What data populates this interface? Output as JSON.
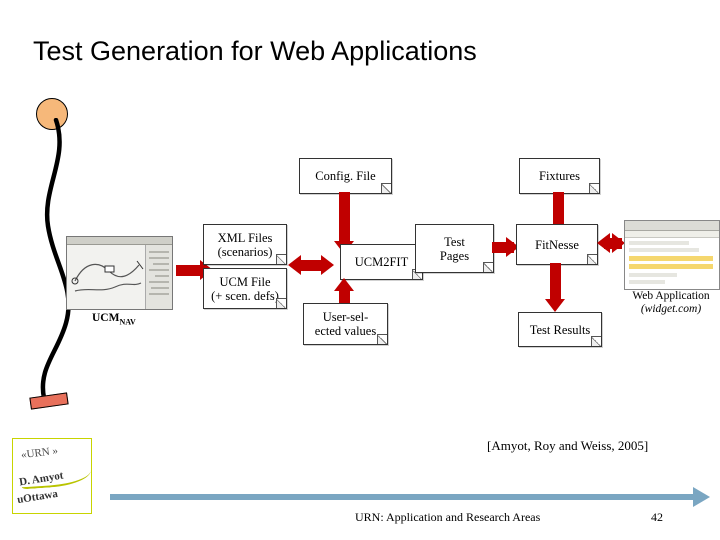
{
  "slide": {
    "title": "Test Generation for Web Applications",
    "citation": "[Amyot, Roy and Weiss, 2005]",
    "footer_text": "URN: Application and Research Areas",
    "page_number": "42"
  },
  "badge": {
    "line1": "«URN »",
    "line2": "D. Amyot",
    "line3": "uOttawa"
  },
  "diagram": {
    "thumbnails": {
      "ucmnav_label": "UCMNAV",
      "ucmnav_label_sub": "NAV",
      "ucmnav_label_main": "UCM",
      "webapp_label_line1": "Web Application",
      "webapp_label_line2": "(widget.com)"
    },
    "nodes": [
      {
        "id": "config-file",
        "label": "Config. File"
      },
      {
        "id": "fixtures",
        "label": "Fixtures"
      },
      {
        "id": "xml-files",
        "label": "XML Files\n(scenarios)"
      },
      {
        "id": "ucm-file",
        "label": "UCM File\n(+ scen. defs)"
      },
      {
        "id": "ucm2fit",
        "label": "UCM2FIT"
      },
      {
        "id": "user-sel-values",
        "label": "User-sel-\nected values"
      },
      {
        "id": "test-pages",
        "label": "Test\nPages"
      },
      {
        "id": "fitnesse",
        "label": "FitNesse"
      },
      {
        "id": "test-results",
        "label": "Test Results"
      }
    ],
    "arrow_color": "#c00000"
  }
}
